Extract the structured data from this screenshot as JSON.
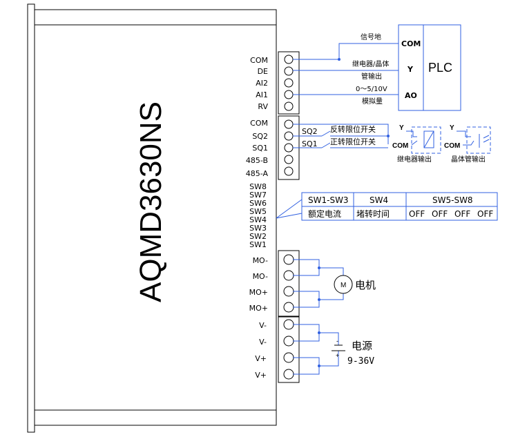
{
  "device": {
    "model": "AQMD3630NS"
  },
  "terminals": {
    "group1": [
      "COM",
      "DE",
      "AI2",
      "AI1",
      "RV"
    ],
    "group2": [
      "COM",
      "SQ2",
      "SQ1",
      "485-B",
      "485-A"
    ],
    "switches": [
      "SW8",
      "SW7",
      "SW6",
      "SW5",
      "SW4",
      "SW3",
      "SW2",
      "SW1"
    ],
    "motor": [
      "MO-",
      "MO-",
      "MO+",
      "MO+"
    ],
    "power": [
      "V-",
      "V-",
      "V+",
      "V+"
    ]
  },
  "plc": {
    "title": "PLC",
    "pins": [
      "COM",
      "Y",
      "AO"
    ],
    "signal_ground": "信号地",
    "relay_transistor_1": "继电器/晶体",
    "relay_transistor_2": "管输出",
    "analog_range": "0～5/10V",
    "analog_label": "模拟量"
  },
  "limits": {
    "sq2": "SQ2",
    "sq2_label": "反转限位开关",
    "sq1": "SQ1",
    "sq1_label": "正转限位开关"
  },
  "outputs": {
    "y": "Y",
    "com": "COM",
    "relay_caption": "继电器输出",
    "transistor_caption": "晶体管输出"
  },
  "switch_table": {
    "headers": [
      "SW1-SW3",
      "SW4",
      "SW5-SW8"
    ],
    "row": [
      "额定电流",
      "堵转时间",
      "OFF",
      "OFF",
      "OFF",
      "OFF"
    ]
  },
  "motor": {
    "symbol": "M",
    "label": "电机"
  },
  "power": {
    "label": "电源",
    "range": "9-36V",
    "minus": "-",
    "plus": "+"
  },
  "colors": {
    "wire": "#2f5fe0",
    "outline": "#000000"
  }
}
